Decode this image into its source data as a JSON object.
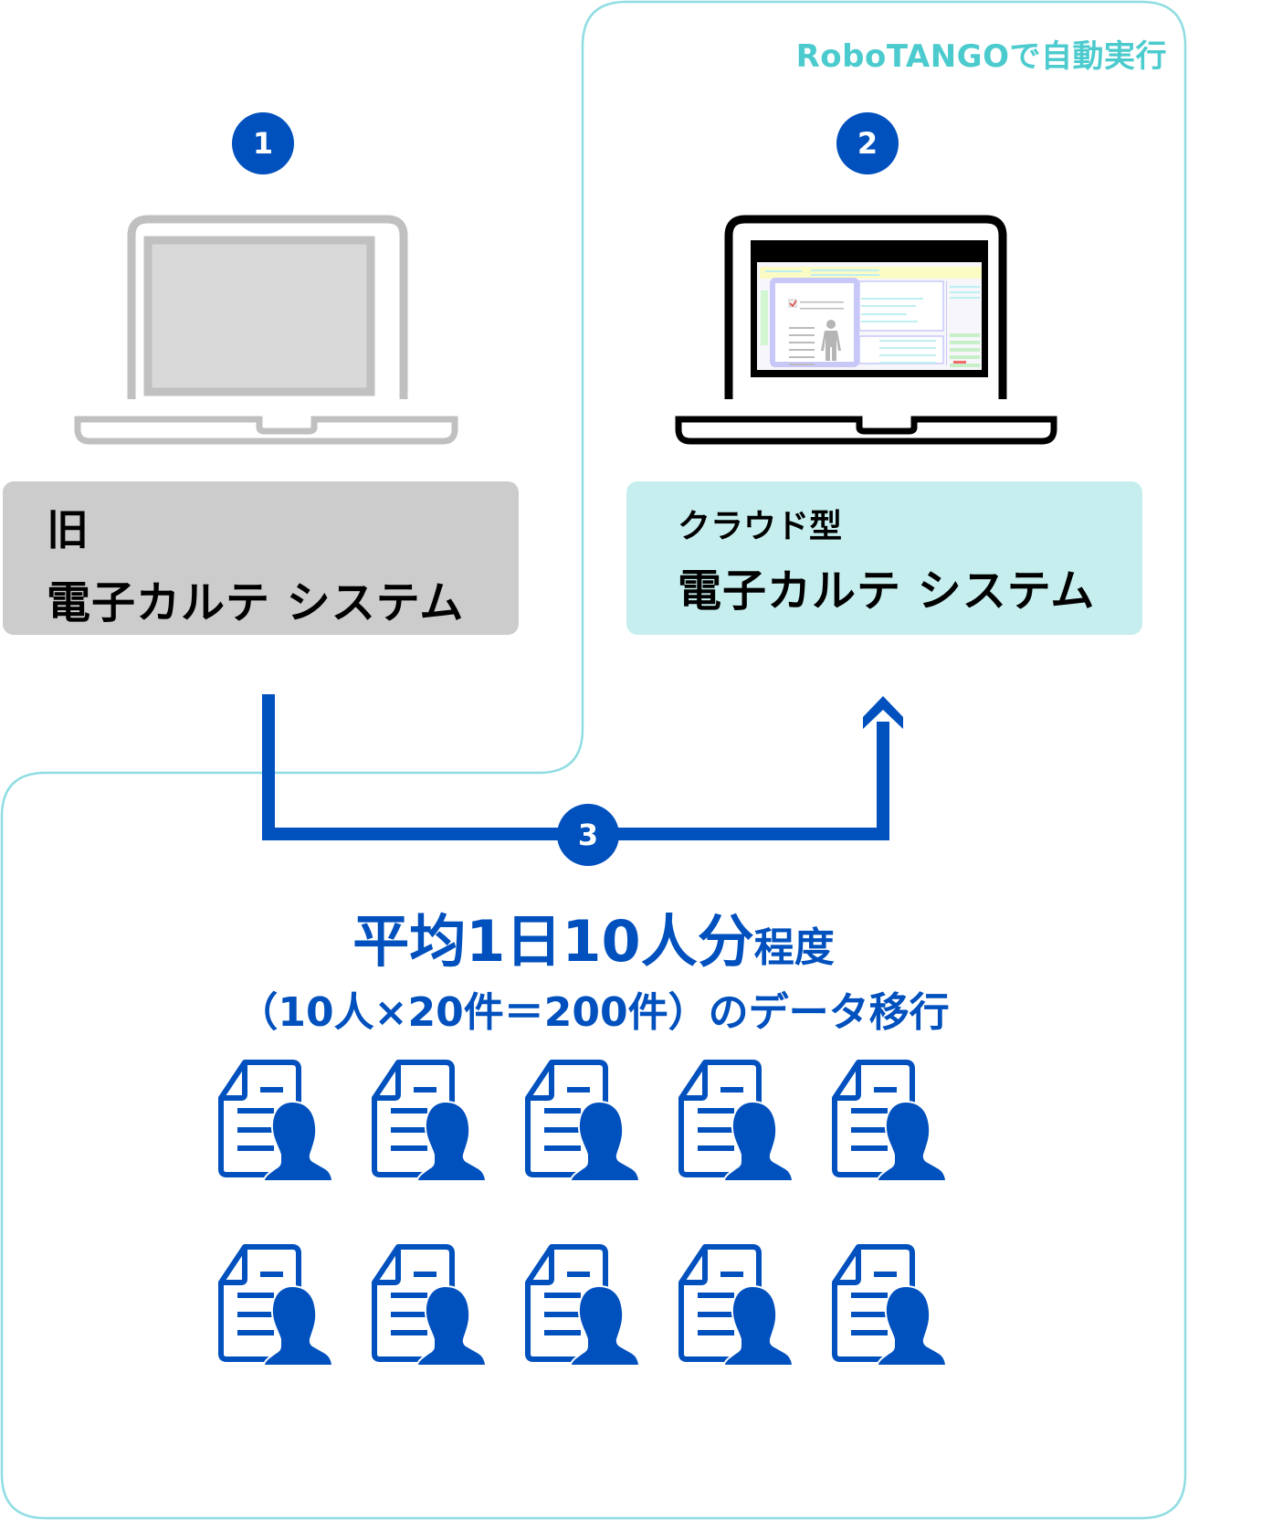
{
  "frame": {
    "label": "RoboTANGOで自動実行",
    "color": "#8fdde2",
    "label_color": "#4ccbce"
  },
  "steps": [
    {
      "number": "1"
    },
    {
      "number": "2"
    },
    {
      "number": "3"
    }
  ],
  "old_system": {
    "line1": "旧",
    "line2": "電子カルテ システム",
    "box_color": "#cccccc",
    "device_icon": "laptop-icon-gray"
  },
  "new_system": {
    "line1": "クラウド型",
    "line2": "電子カルテ システム",
    "box_color": "#c7eeee",
    "device_icon": "laptop-icon-with-ehr-screen"
  },
  "migration": {
    "headline_main": "平均1日10人分",
    "headline_suffix": "程度",
    "detail": "（10人×20件＝200件）のデータ移行",
    "record_icon": "patient-record-icon",
    "record_count": 10,
    "accent_color": "#0050be"
  }
}
